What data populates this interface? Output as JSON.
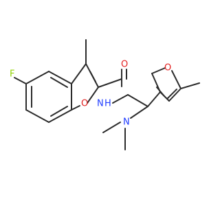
{
  "molecule": {
    "atoms": {
      "F": {
        "text": "F",
        "color": "#8fd400"
      },
      "O_furan_benzo": {
        "text": "O",
        "color": "#e32020"
      },
      "O_carbonyl": {
        "text": "O",
        "color": "#e32020"
      },
      "N_amide": {
        "text": "N",
        "color": "#1f3cff"
      },
      "H_amide": {
        "text": "H",
        "color": "#1f3cff"
      },
      "O_furan_methyl": {
        "text": "O",
        "color": "#e32020"
      },
      "N_dimethyl": {
        "text": "N",
        "color": "#1f3cff"
      }
    },
    "bond_color": "#2b2b2b"
  }
}
